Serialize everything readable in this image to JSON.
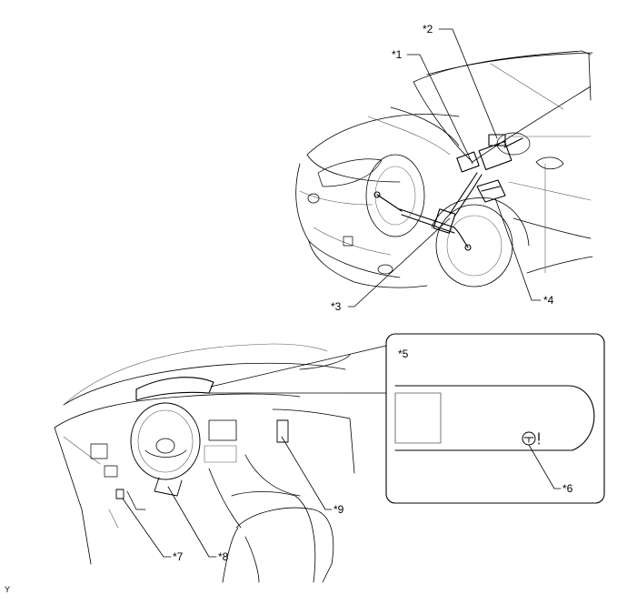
{
  "callouts": {
    "c1": "*1",
    "c2": "*2",
    "c3": "*3",
    "c4": "*4",
    "c5": "*5",
    "c6": "*6",
    "c7": "*7",
    "c8": "*8",
    "c9": "*9"
  },
  "corner_mark": "Y"
}
